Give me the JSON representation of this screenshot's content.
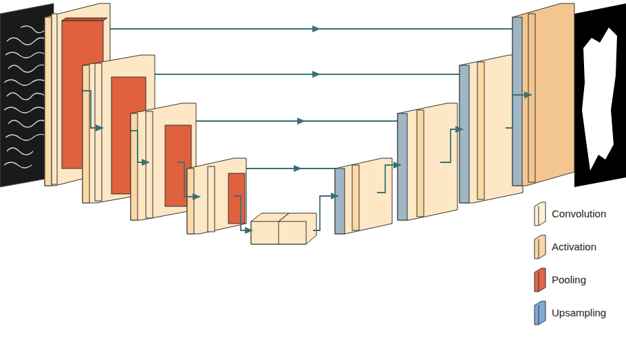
{
  "diagram": {
    "legend": [
      {
        "text": "Convolution",
        "color": "#fdf0d4"
      },
      {
        "text": "Activation",
        "color": "#fad6a4"
      },
      {
        "text": "Pooling",
        "color": "#e0654a"
      },
      {
        "text": "Upsampling",
        "color": "#7fa7d8"
      }
    ]
  }
}
